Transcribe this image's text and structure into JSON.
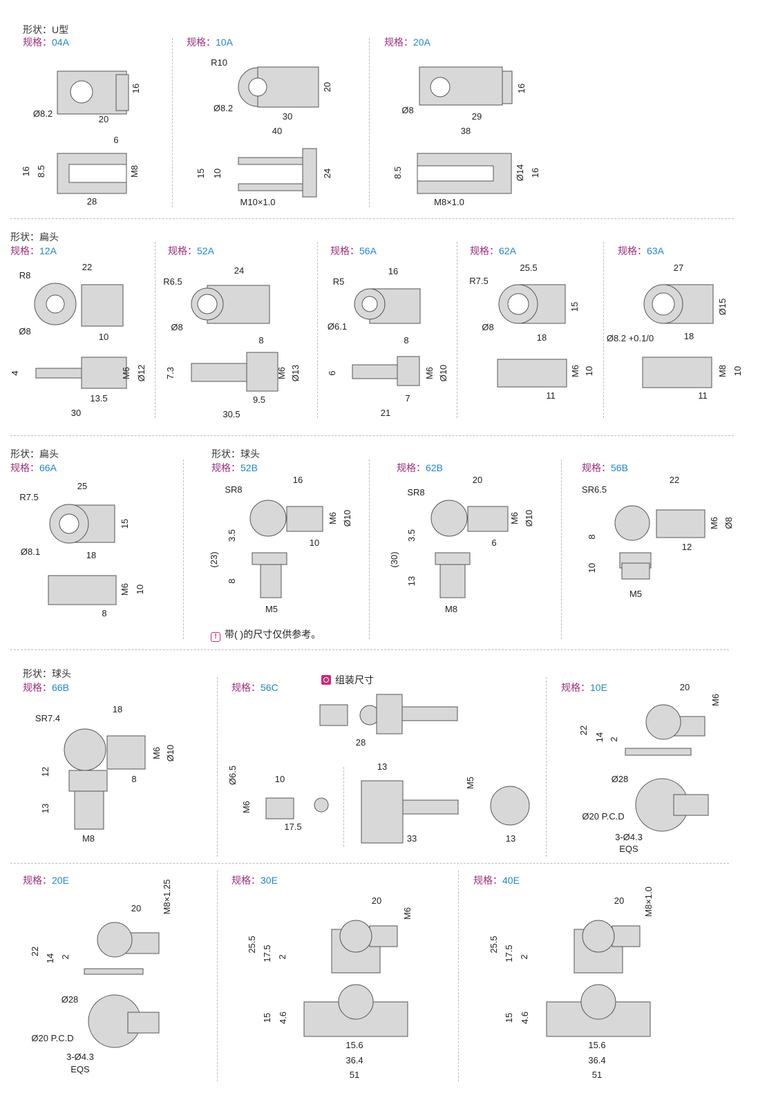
{
  "labels": {
    "shape_key": "形状：",
    "spec_key": "规格："
  },
  "colors": {
    "spec_key": "#9c2f7c",
    "spec_value": "#1f88c6",
    "accent": "#d0287a"
  },
  "shapes": [
    {
      "id": "u",
      "value": "U型"
    },
    {
      "id": "flat1",
      "value": "扁头"
    },
    {
      "id": "flat2",
      "value": "扁头"
    },
    {
      "id": "ball1",
      "value": "球头"
    },
    {
      "id": "ball2",
      "value": "球头"
    }
  ],
  "specs": [
    {
      "id": "04A",
      "dims": [
        "Ø8.2",
        "20",
        "16",
        "6",
        "16",
        "8.5",
        "M8",
        "28"
      ]
    },
    {
      "id": "10A",
      "dims": [
        "R10",
        "Ø8.2",
        "20",
        "30",
        "40",
        "15",
        "10",
        "24",
        "M10×1.0"
      ]
    },
    {
      "id": "20A",
      "dims": [
        "Ø8",
        "16",
        "29",
        "38",
        "8.5",
        "Ø14",
        "16",
        "M8×1.0"
      ]
    },
    {
      "id": "12A",
      "dims": [
        "R8",
        "22",
        "Ø8",
        "10",
        "4",
        "M6",
        "Ø12",
        "13.5",
        "30"
      ]
    },
    {
      "id": "52A",
      "dims": [
        "R6.5",
        "24",
        "Ø8",
        "8",
        "7.3",
        "M6",
        "Ø13",
        "9.5",
        "30.5"
      ]
    },
    {
      "id": "56A",
      "dims": [
        "R5",
        "16",
        "Ø6.1",
        "8",
        "6",
        "M6",
        "Ø10",
        "7",
        "21"
      ]
    },
    {
      "id": "62A",
      "dims": [
        "R7.5",
        "25.5",
        "15",
        "Ø8",
        "18",
        "M6",
        "10",
        "11"
      ]
    },
    {
      "id": "63A",
      "dims": [
        "27",
        "Ø15",
        "Ø8.2 +0.1/0",
        "18",
        "M8",
        "10",
        "11"
      ]
    },
    {
      "id": "66A",
      "dims": [
        "R7.5",
        "25",
        "15",
        "Ø8.1",
        "18",
        "M6",
        "10",
        "8"
      ]
    },
    {
      "id": "52B",
      "dims": [
        "SR8",
        "16",
        "M6",
        "Ø10",
        "3.5",
        "(23)",
        "10",
        "8",
        "M5"
      ]
    },
    {
      "id": "62B",
      "dims": [
        "SR8",
        "20",
        "M6",
        "Ø10",
        "3.5",
        "(30)",
        "6",
        "13",
        "M8"
      ]
    },
    {
      "id": "56B",
      "dims": [
        "SR6.5",
        "22",
        "M6",
        "Ø8",
        "8",
        "12",
        "10",
        "M5"
      ]
    },
    {
      "id": "66B",
      "dims": [
        "SR7.4",
        "18",
        "M6",
        "Ø10",
        "12",
        "8",
        "13",
        "M8"
      ]
    },
    {
      "id": "56C",
      "dims": [
        "28",
        "Ø6.5",
        "10",
        "M6",
        "17.5",
        "13",
        "M5",
        "33",
        "13"
      ]
    },
    {
      "id": "10E",
      "dims": [
        "20",
        "M6",
        "22",
        "14",
        "2",
        "Ø28",
        "Ø20 P.C.D",
        "3-Ø4.3",
        "EQS"
      ]
    },
    {
      "id": "20E",
      "dims": [
        "20",
        "M8×1.25",
        "22",
        "14",
        "2",
        "Ø28",
        "Ø20 P.C.D",
        "3-Ø4.3",
        "EQS"
      ]
    },
    {
      "id": "30E",
      "dims": [
        "20",
        "M6",
        "25.5",
        "17.5",
        "2",
        "15",
        "4.6",
        "15.6",
        "36.4",
        "51"
      ]
    },
    {
      "id": "40E",
      "dims": [
        "20",
        "M8×1.0",
        "25.5",
        "17.5",
        "2",
        "15",
        "4.6",
        "15.6",
        "36.4",
        "51"
      ]
    }
  ],
  "note": "带( )的尺寸仅供参考。",
  "assembly_label": "组装尺寸"
}
